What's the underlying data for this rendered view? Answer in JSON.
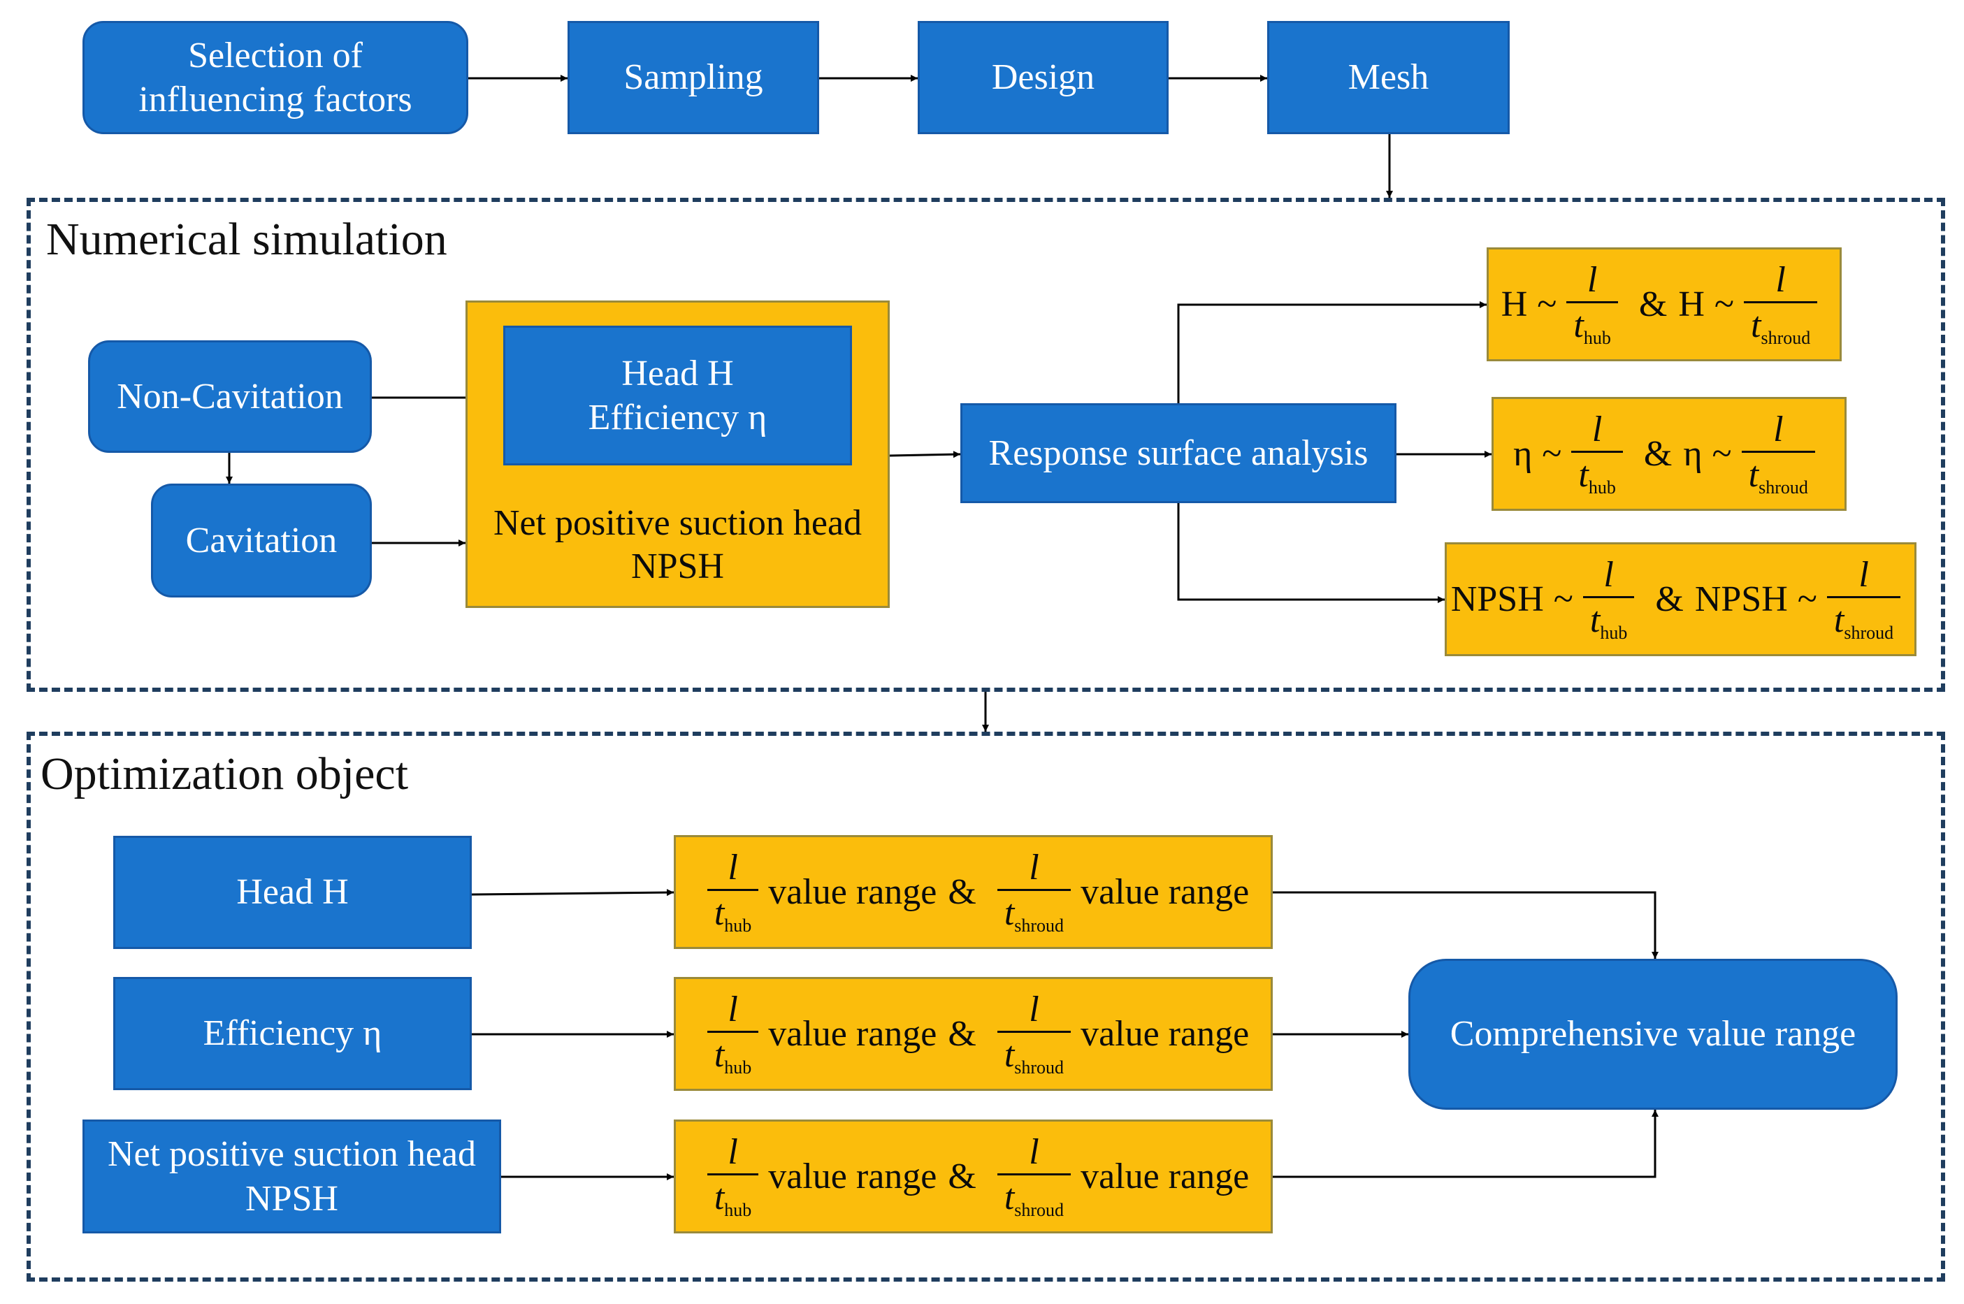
{
  "top_flow": {
    "selection": [
      "Selection of",
      "influencing factors"
    ],
    "sampling": "Sampling",
    "design": "Design",
    "mesh": "Mesh"
  },
  "simulation": {
    "title": "Numerical simulation",
    "non_cavitation": "Non-Cavitation",
    "cavitation": "Cavitation",
    "head": "Head H",
    "efficiency": "Efficiency η",
    "npsh_name": "Net positive suction head",
    "npsh": "NPSH",
    "rsa": "Response surface analysis",
    "formulas": [
      {
        "lhs": "H",
        "tilde": "~",
        "amp": "&"
      },
      {
        "lhs": "η",
        "tilde": "~",
        "amp": "&"
      },
      {
        "lhs": "NPSH",
        "tilde": "~",
        "amp": "&"
      }
    ],
    "numerator": "l",
    "den_var": "t",
    "sub_hub": "hub",
    "sub_shroud": "shroud"
  },
  "optimization": {
    "title": "Optimization object",
    "head": "Head H",
    "efficiency": "Efficiency η",
    "npsh_name": "Net positive suction head",
    "npsh": "NPSH",
    "value_range": "value range",
    "amp": "&",
    "comprehensive": "Comprehensive value range"
  },
  "colors": {
    "blue_box": "#1a74cd",
    "yellow_box": "#fbbd0c",
    "dashed_frame": "#1f3d5e",
    "arrow": "#000000"
  }
}
